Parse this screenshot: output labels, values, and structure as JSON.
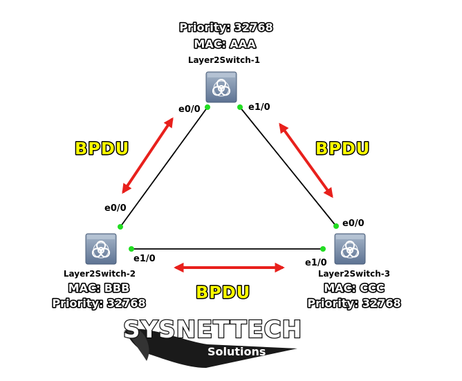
{
  "switches": [
    {
      "hostname": "Layer2Switch-1",
      "mac_label": "MAC: AAA",
      "priority_label": "Priority: 32768",
      "ports": [
        "e0/0",
        "e1/0"
      ]
    },
    {
      "hostname": "Layer2Switch-2",
      "mac_label": "MAC: BBB",
      "priority_label": "Priority: 32768",
      "ports": [
        "e0/0",
        "e1/0"
      ]
    },
    {
      "hostname": "Layer2Switch-3",
      "mac_label": "MAC: CCC",
      "priority_label": "Priority: 32768",
      "ports": [
        "e0/0",
        "e1/0"
      ]
    }
  ],
  "links": [
    {
      "from": "Layer2Switch-1 e0/0",
      "to": "Layer2Switch-2 e0/0"
    },
    {
      "from": "Layer2Switch-1 e1/0",
      "to": "Layer2Switch-3 e0/0"
    },
    {
      "from": "Layer2Switch-2 e1/0",
      "to": "Layer2Switch-3 e1/0"
    }
  ],
  "bpdu_labels": [
    "BPDU",
    "BPDU",
    "BPDU"
  ],
  "logo": {
    "name": "SYSNETTECH",
    "tagline": "Solutions"
  },
  "colors": {
    "arrow": "#e8201c",
    "port_dot": "#22dd22",
    "bpdu_text": "#ffff00",
    "link": "#000000",
    "switch_body": "#7f93ad"
  },
  "icons": {
    "switch": "biohazard-switch-icon"
  }
}
